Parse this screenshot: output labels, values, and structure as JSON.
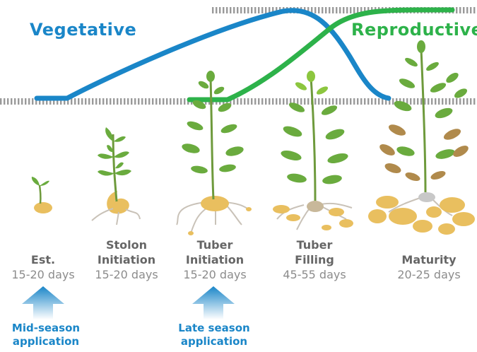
{
  "phases": {
    "vegetative": {
      "label": "Vegetative",
      "color": "#1a86c8"
    },
    "reproductive": {
      "label": "Reproductive",
      "color": "#2db24a"
    }
  },
  "stages": [
    {
      "name": "Est.",
      "days": "15-20 days"
    },
    {
      "name": "Stolon Initiation",
      "name_line1": "Stolon",
      "name_line2": "Initiation",
      "days": "15-20 days"
    },
    {
      "name": "Tuber Initiation",
      "name_line1": "Tuber",
      "name_line2": "Initiation",
      "days": "15-20 days"
    },
    {
      "name": "Tuber Filling",
      "name_line1": "Tuber",
      "name_line2": "Filling",
      "days": "45-55 days"
    },
    {
      "name": "Maturity",
      "days": "20-25 days"
    }
  ],
  "applications": [
    {
      "line1": "Mid-season",
      "line2": "application"
    },
    {
      "line1": "Late season",
      "line2": "application"
    }
  ],
  "colors": {
    "leaf": "#6aab3e",
    "stem": "#6e9a3c",
    "tuber": "#e9bf5f",
    "root": "#c9c2b8",
    "brown_leaf": "#b08a4c",
    "arrow": "#1a86c8",
    "hatch": "#9a9a9a"
  },
  "icons": [
    "seedling-icon",
    "potato-plant-icon",
    "up-arrow-icon"
  ]
}
